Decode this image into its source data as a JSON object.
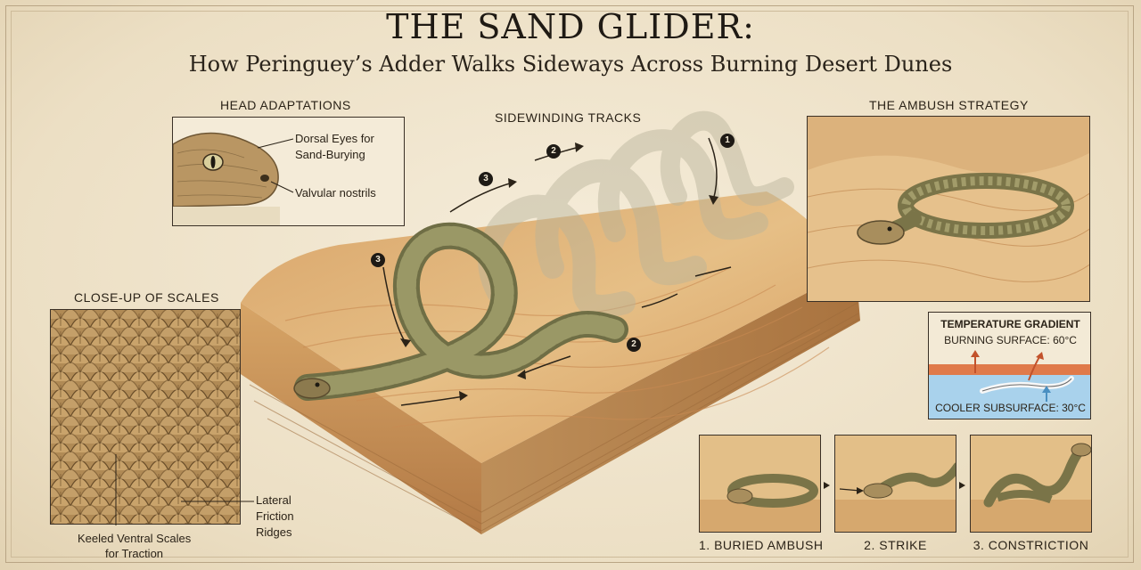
{
  "header": {
    "title": "THE SAND GLIDER:",
    "subtitle": "How Peringuey’s Adder Walks Sideways Across Burning Desert Dunes"
  },
  "head_adaptations": {
    "heading": "HEAD ADAPTATIONS",
    "label_eyes_line1": "Dorsal Eyes for",
    "label_eyes_line2": "Sand-Burying",
    "label_nostrils": "Valvular nostrils"
  },
  "tracks": {
    "heading": "SIDEWINDING TRACKS",
    "step_markers": [
      "1",
      "2",
      "3",
      "3",
      "2"
    ]
  },
  "scales": {
    "heading": "CLOSE-UP OF SCALES",
    "label_ridges_line1": "Lateral",
    "label_ridges_line2": "Friction",
    "label_ridges_line3": "Ridges",
    "label_keeled_line1": "Keeled Ventral Scales",
    "label_keeled_line2": "for Traction"
  },
  "ambush": {
    "heading": "THE AMBUSH STRATEGY"
  },
  "temperature": {
    "heading": "TEMPERATURE GRADIENT",
    "surface": "BURNING SURFACE: 60°C",
    "subsurface": "COOLER SUBSURFACE: 30°C",
    "colors": {
      "hot": "#e07a4a",
      "cool": "#a9d2ec",
      "arrow_hot": "#c2522b",
      "arrow_cool": "#4a8fc1"
    }
  },
  "sequence": {
    "steps": [
      {
        "label": "1. BURIED AMBUSH"
      },
      {
        "label": "2. STRIKE"
      },
      {
        "label": "3. CONSTRICTION"
      }
    ]
  },
  "colors": {
    "parchment": "#efe4cf",
    "sand_light": "#e8c48e",
    "sand_dark": "#c98c4f",
    "snake": "#8a8a5c",
    "ink": "#2b2318"
  }
}
